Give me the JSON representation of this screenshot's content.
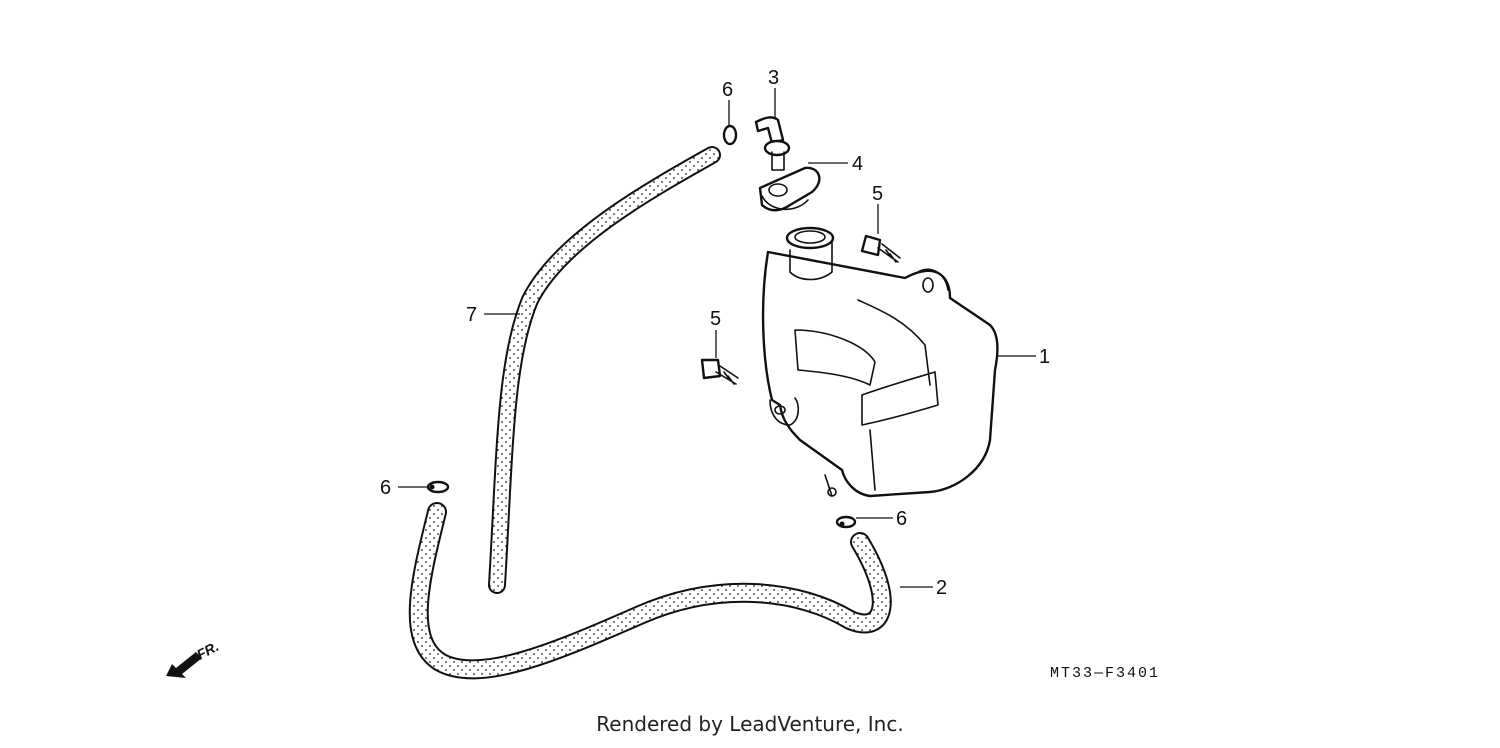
{
  "callouts": {
    "tank": "1",
    "lower_hose": "2",
    "cap_fitting": "3",
    "cap": "4",
    "bolt_right": "5",
    "bolt_left": "5",
    "clip_top": "6",
    "clip_left": "6",
    "clip_right": "6",
    "upper_hose": "7"
  },
  "diagram_code": "MT33—F3401",
  "front_indicator": "FR.",
  "footer": "Rendered by LeadVenture, Inc."
}
